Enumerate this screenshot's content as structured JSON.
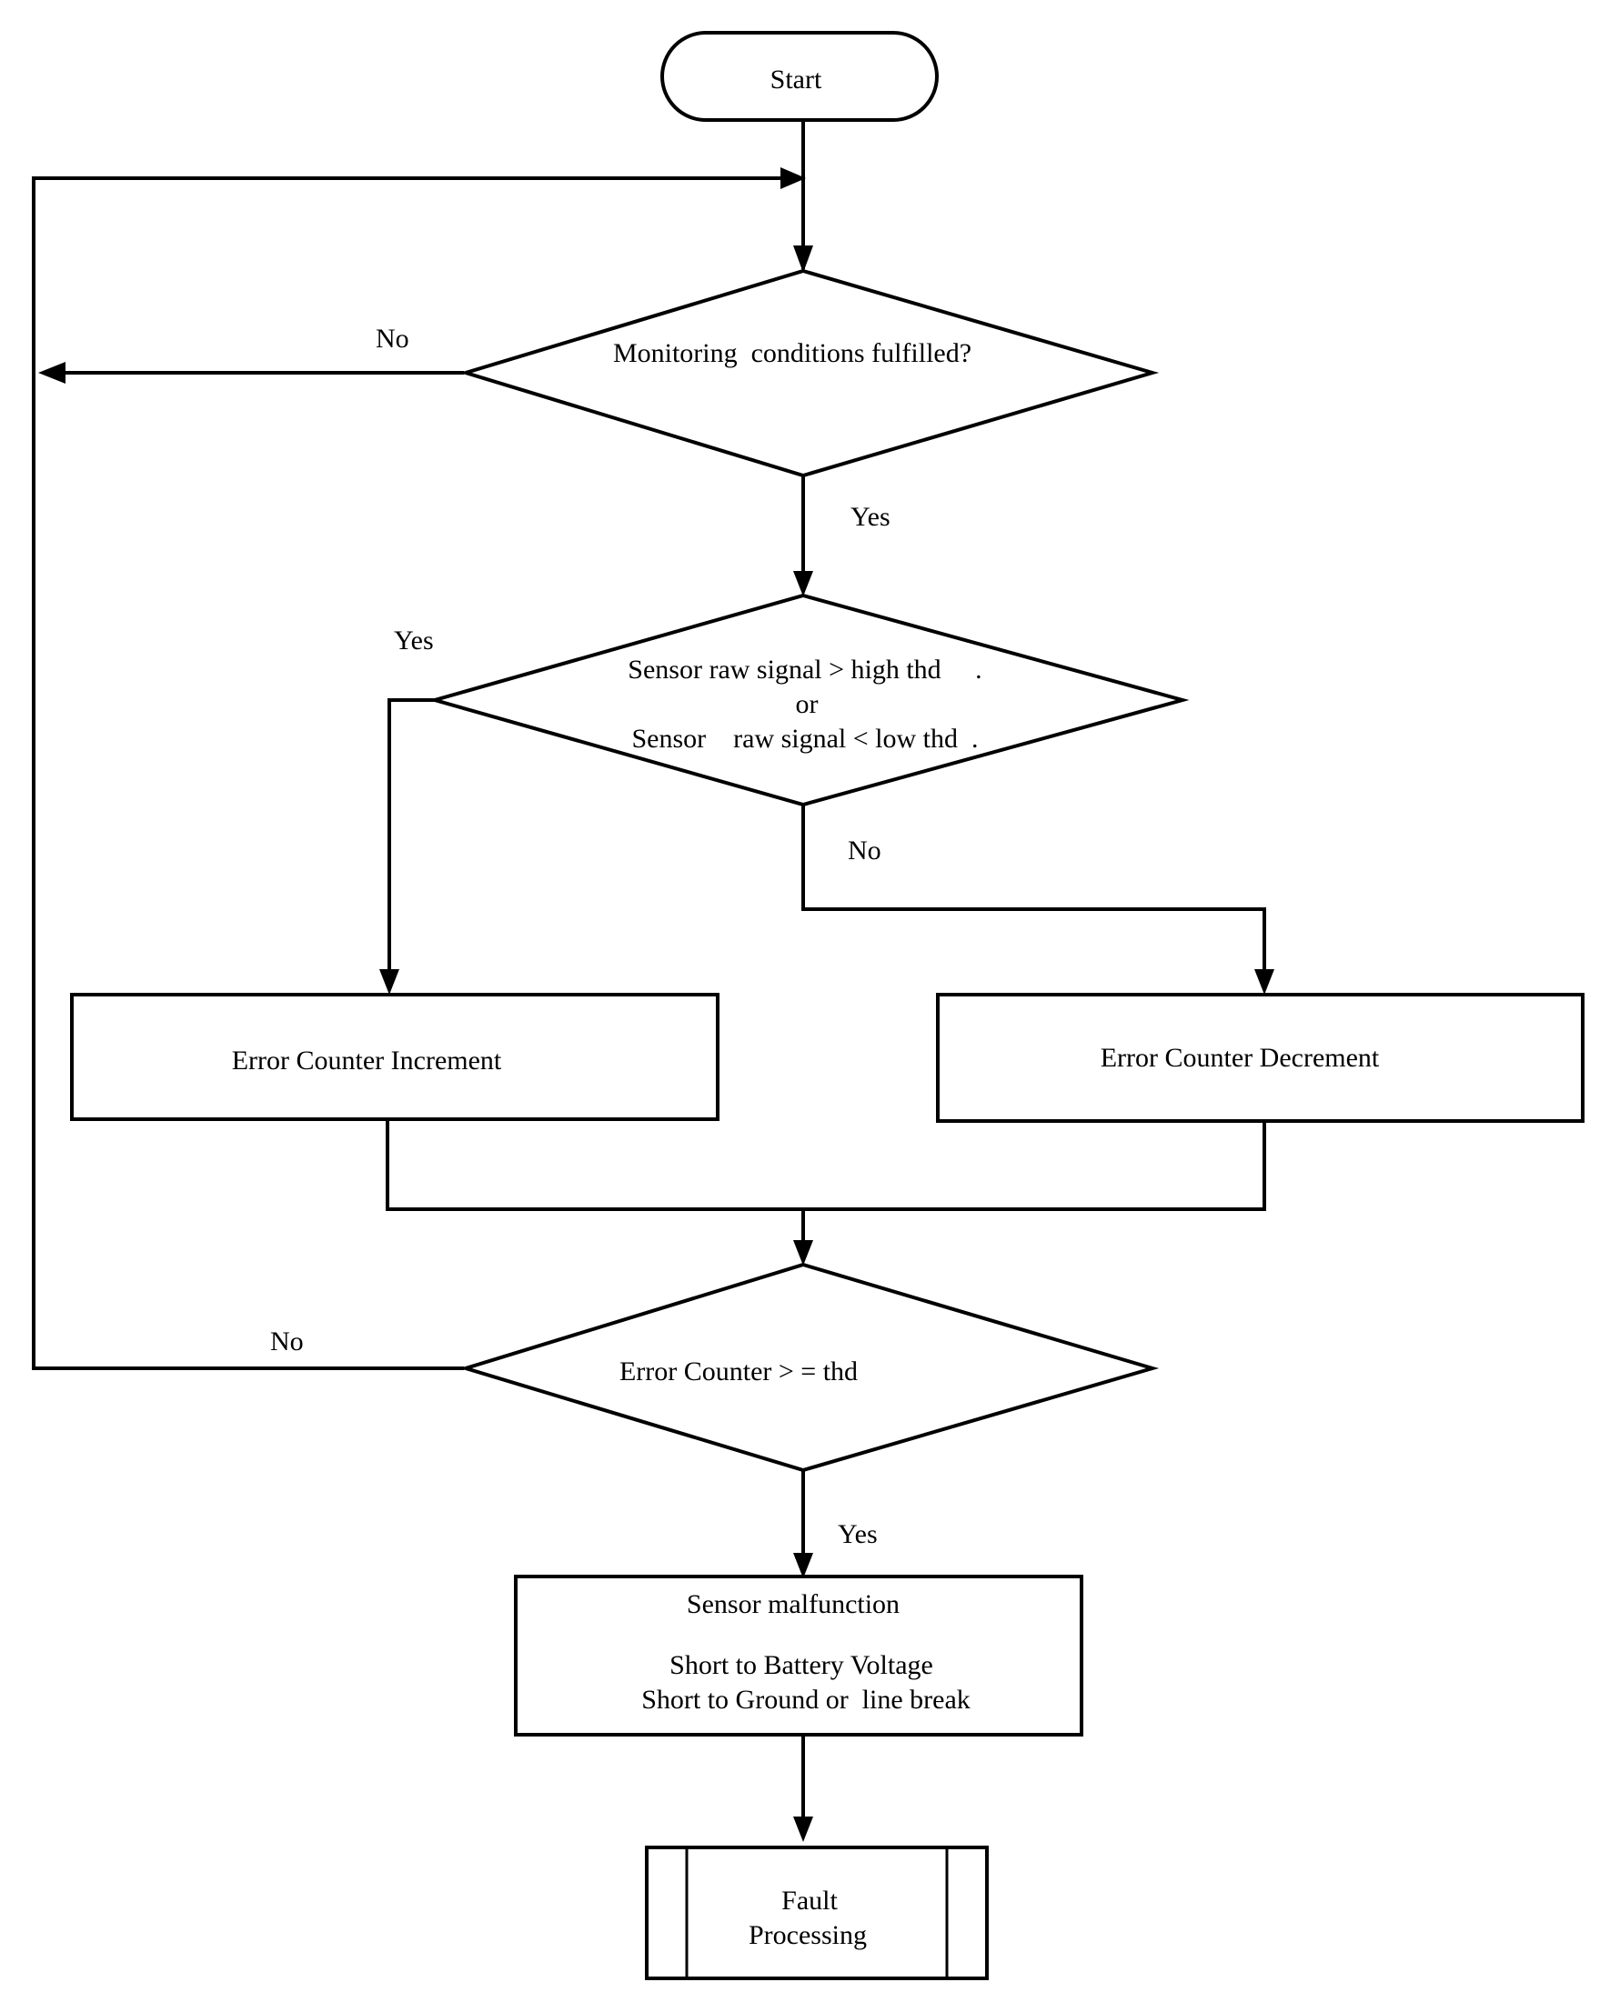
{
  "nodes": {
    "start": "Start",
    "monitoring_decision": "Monitoring  conditions fulfilled?",
    "signal_decision": {
      "line1": "Sensor raw signal > high thd     .",
      "line2": "or",
      "line3": "Sensor    raw signal < low thd  ."
    },
    "increment": "Error Counter Increment",
    "decrement": "Error Counter Decrement",
    "counter_decision": "Error Counter > = thd",
    "malfunction": {
      "line1": "Sensor malfunction",
      "line2": "Short to Battery Voltage",
      "line3": "Short to Ground or  line break"
    },
    "fault": {
      "line1": "Fault",
      "line2": "Processing"
    }
  },
  "edge_labels": {
    "monitoring_no": "No",
    "monitoring_yes": "Yes",
    "signal_yes": "Yes",
    "signal_no": "No",
    "counter_no": "No",
    "counter_yes": "Yes"
  }
}
